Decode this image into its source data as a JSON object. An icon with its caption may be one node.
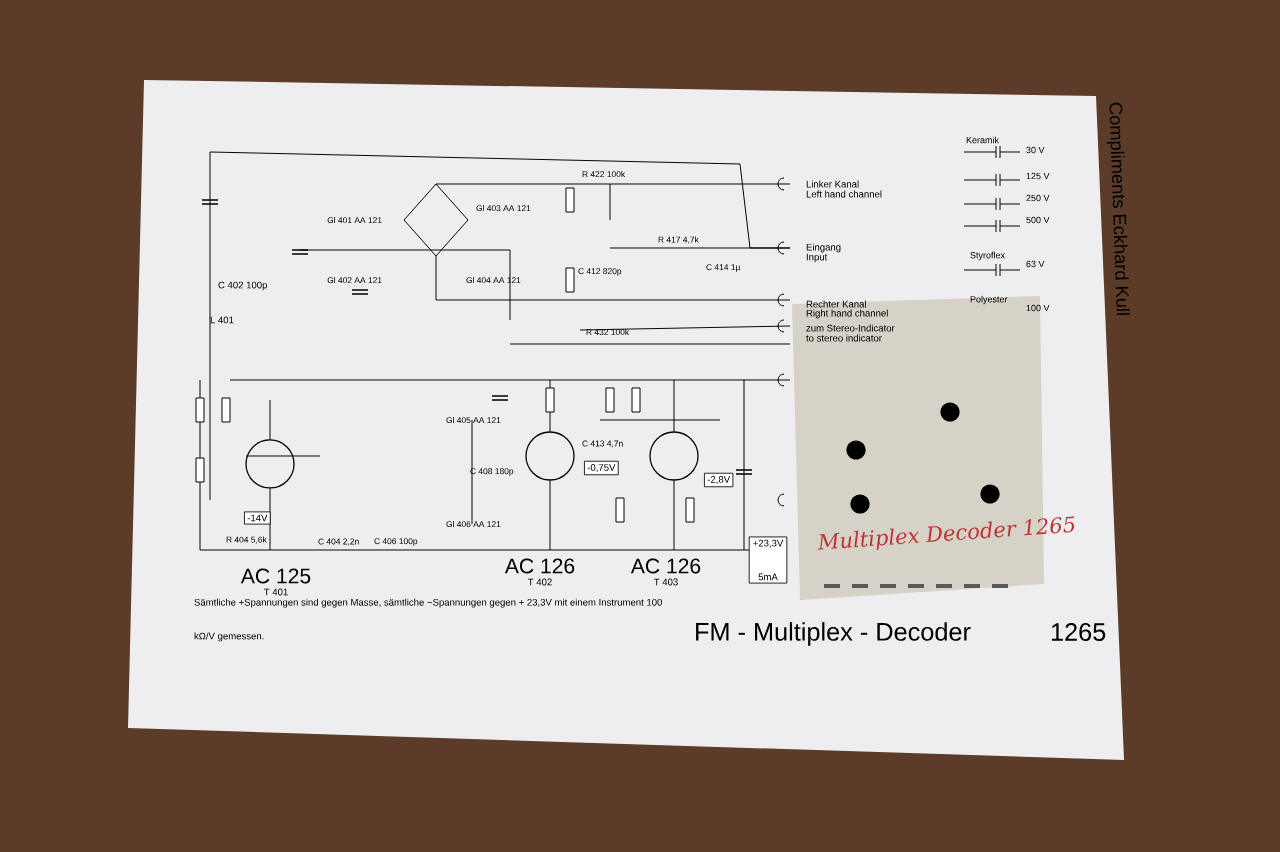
{
  "diagram": {
    "title": "FM - Multiplex - Decoder",
    "labels": [
      "C 402 100p",
      "L 401",
      "Gl 401 AA 121",
      "Gl 403 AA 121",
      "Gl 402 AA 121",
      "Gl 404 AA 121",
      "R 422 100k",
      "C 412 820p",
      "R 417 4,7k",
      "C 414 1µ",
      "R 432 100k",
      "Linker Kanal",
      "Left hand channel",
      "Eingang",
      "Input",
      "Rechter Kanal",
      "Right hand channel",
      "zum Stereo-Indicator",
      "to stereo indicator",
      "Compliments Eckhard Kull",
      "Keramik",
      "30 V",
      "125 V",
      "250 V",
      "500 V",
      "Styroflex",
      "63 V",
      "Polyester",
      "100 V",
      "-14V",
      "R 404 5,6k",
      "C 404 2,2n",
      "C 406 100p",
      "Gl 405 AA 121",
      "C 408 180p",
      "Gl 406 AA 121",
      "C 413 4,7n",
      "-0,75V",
      "-2,8V",
      "AC 125",
      "T 401",
      "AC 126",
      "T 402",
      "AC 126",
      "T 403",
      "+23,3V 5mA",
      "Sämtliche +Spannungen sind gegen Masse, sämtliche −Spannungen gegen + 23,3V mit einem Instrument 100 kΩ/V gemessen.",
      "1265",
      "Multiplex Decoder 1265"
    ]
  }
}
